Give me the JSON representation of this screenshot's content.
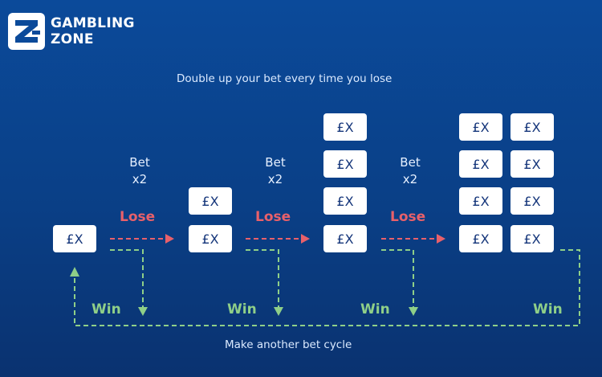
{
  "brand": {
    "line1": "GAMBLING",
    "line2": "ZONE",
    "logo_icon": "z-logo-icon"
  },
  "subtitle": "Double up your bet every time you lose",
  "footer": "Make another bet cycle",
  "chip_label": "£X",
  "bet_label": {
    "line1": "Bet",
    "line2": "x2"
  },
  "lose_label": "Lose",
  "win_label": "Win",
  "colors": {
    "background": "#0b4a9a",
    "chip": "#ffffff",
    "chip_text": "#14357a",
    "lose": "#e8606a",
    "win": "#8fcf88",
    "text": "#dbeaff"
  },
  "stages": [
    {
      "chips": 1
    },
    {
      "chips": 2
    },
    {
      "chips": 4
    },
    {
      "chips": 8
    }
  ]
}
